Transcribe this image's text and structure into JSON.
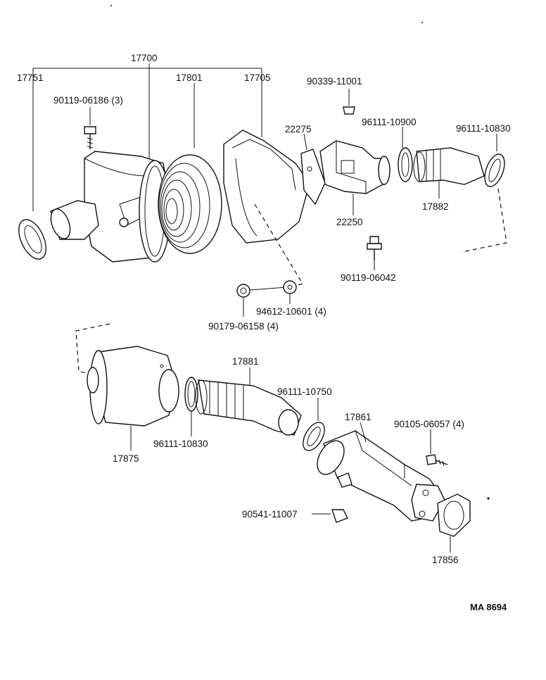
{
  "diagram": {
    "labels": {
      "p17700": "17700",
      "p17751": "17751",
      "p17801": "17801",
      "p17705": "17705",
      "p90339_11001": "90339-11001",
      "p90119_06186": "90119-06186 (3)",
      "p22275": "22275",
      "p96111_10900": "96111-10900",
      "p96111_10830_top": "96111-10830",
      "p17882": "17882",
      "p22250": "22250",
      "p90119_06042": "90119-06042",
      "p94612_10601": "94612-10601 (4)",
      "p90179_06158": "90179-06158 (4)",
      "p17881": "17881",
      "p96111_10750": "96111-10750",
      "p17861": "17861",
      "p90105_06057": "90105-06057 (4)",
      "p96111_10830_bottom": "96111-10830",
      "p17875": "17875",
      "p90541_11007": "90541-11007",
      "p17856": "17856",
      "ref_code": "MA 8694"
    }
  }
}
